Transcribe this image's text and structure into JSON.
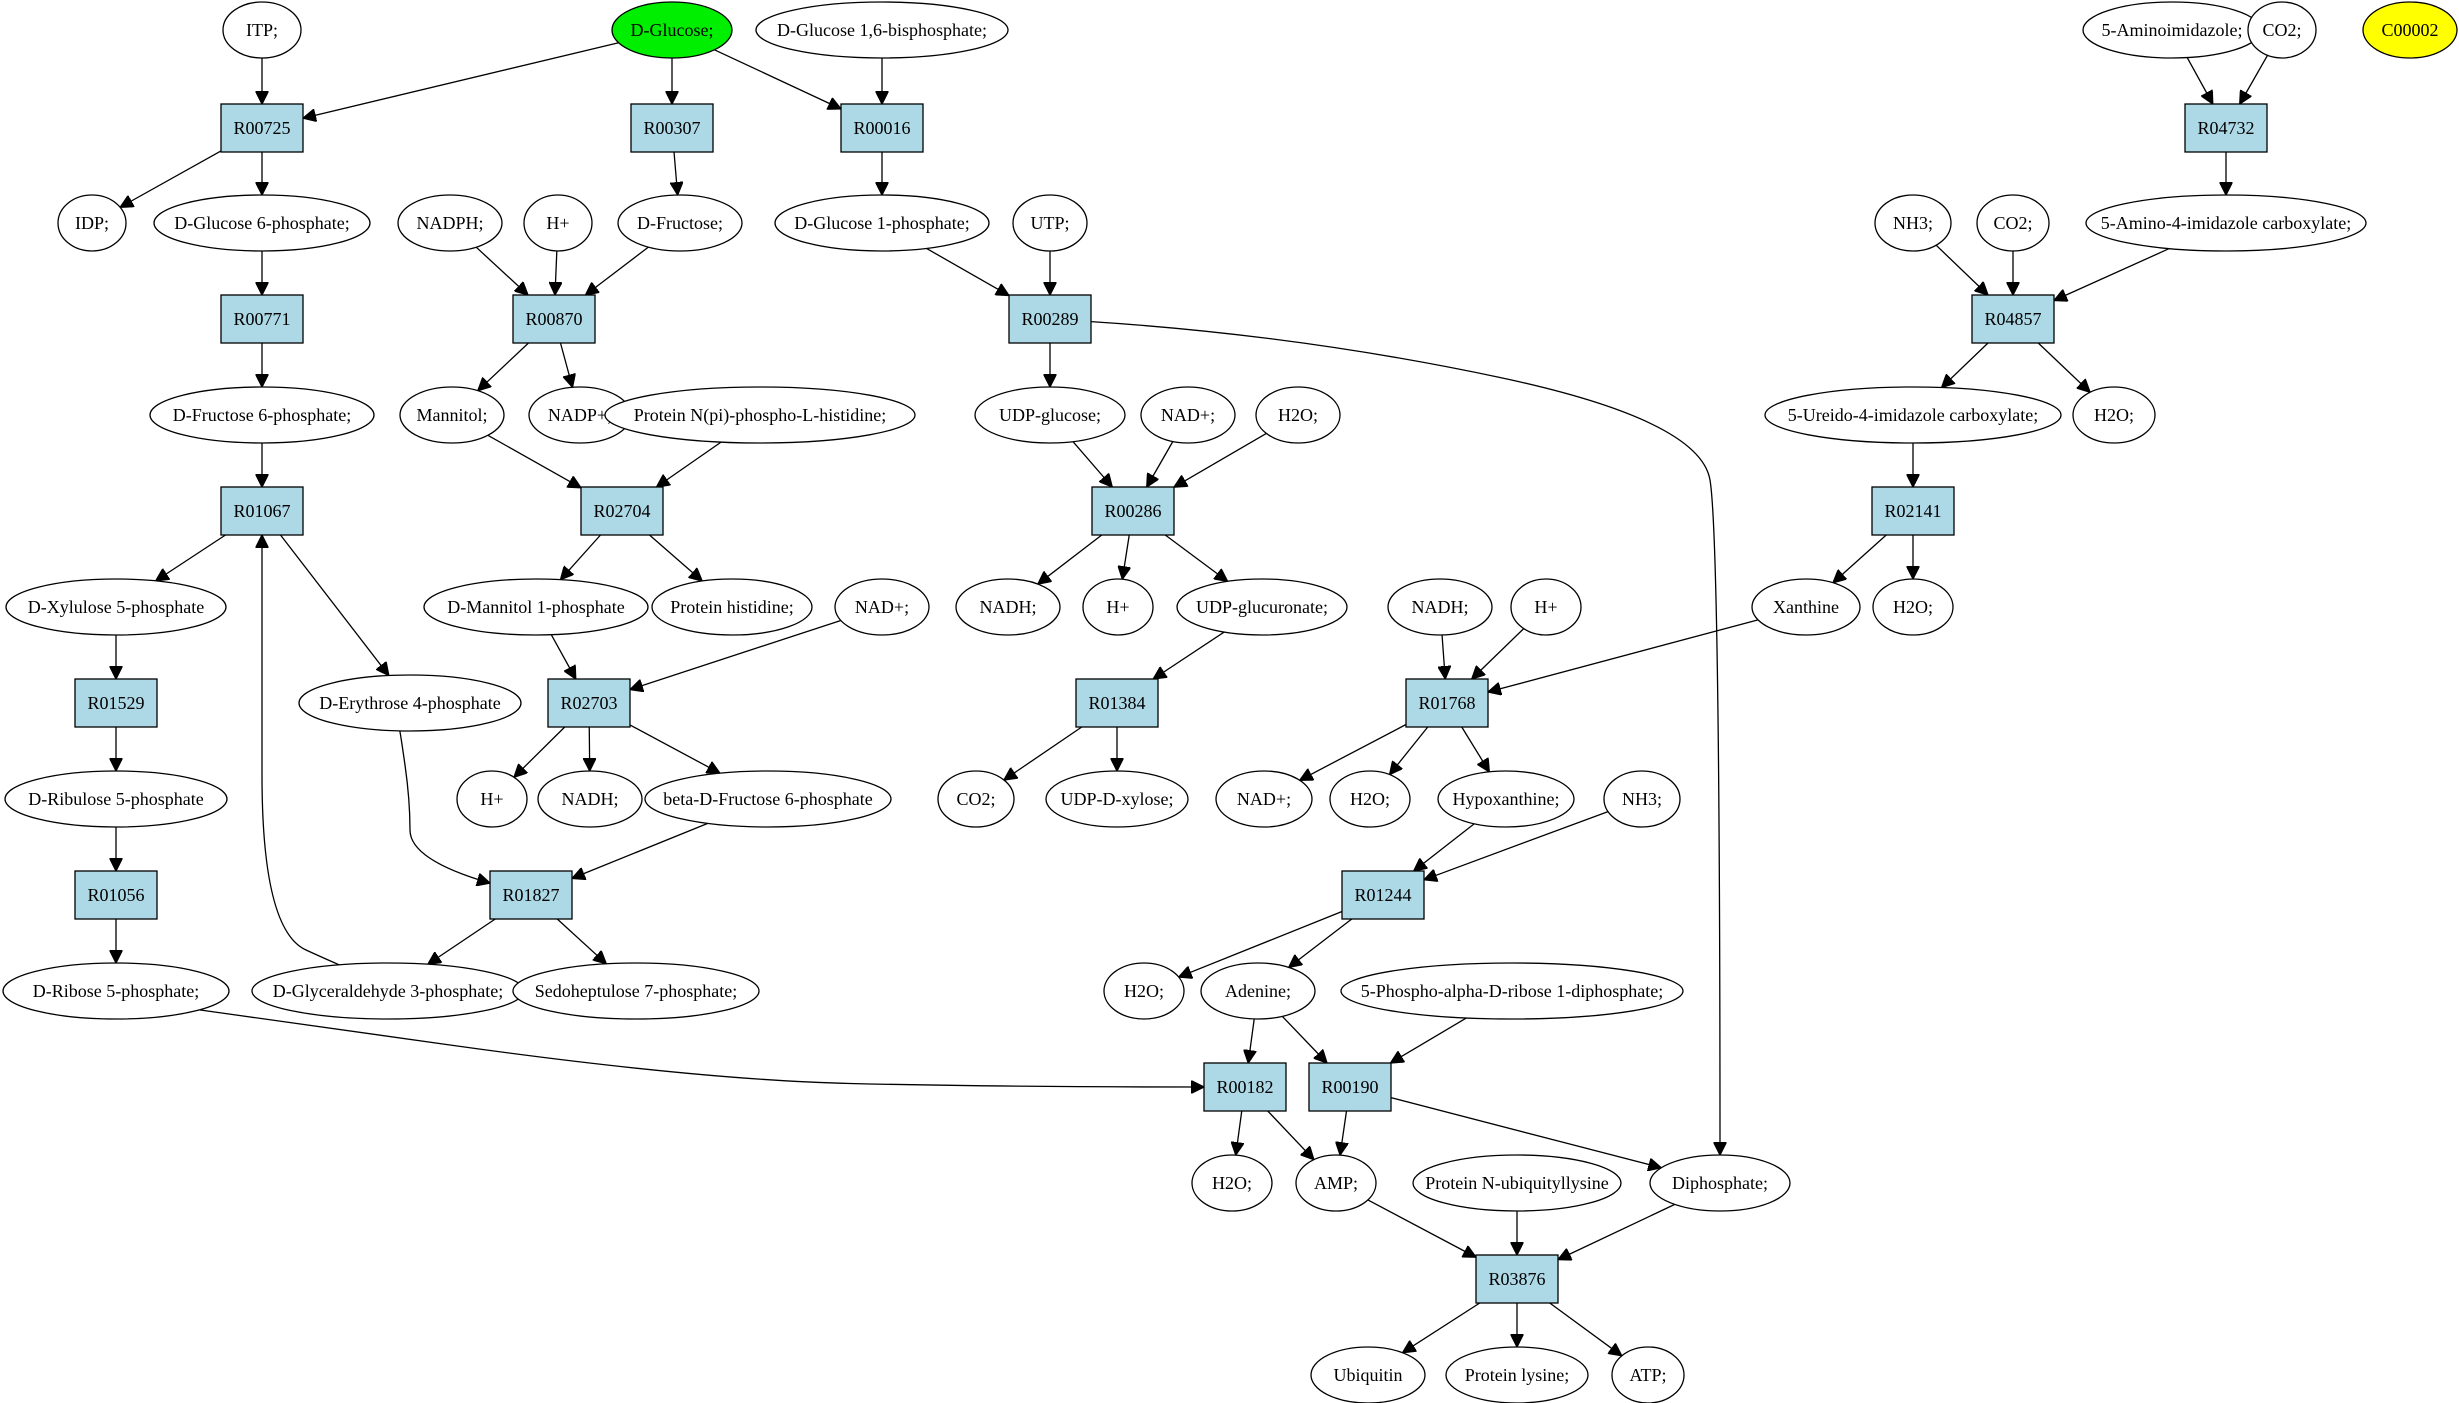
{
  "colors": {
    "reaction_fill": "#add8e6",
    "compound_fill": "#ffffff",
    "start_compound_fill": "#00ee00",
    "highlight_compound_fill": "#ffff00",
    "stroke": "#000000"
  },
  "reactions": [
    {
      "id": "R00725",
      "label": "R00725"
    },
    {
      "id": "R00307",
      "label": "R00307"
    },
    {
      "id": "R00016",
      "label": "R00016"
    },
    {
      "id": "R00771",
      "label": "R00771"
    },
    {
      "id": "R00870",
      "label": "R00870"
    },
    {
      "id": "R00289",
      "label": "R00289"
    },
    {
      "id": "R01067",
      "label": "R01067"
    },
    {
      "id": "R02704",
      "label": "R02704"
    },
    {
      "id": "R00286",
      "label": "R00286"
    },
    {
      "id": "R01529",
      "label": "R01529"
    },
    {
      "id": "R02703",
      "label": "R02703"
    },
    {
      "id": "R01384",
      "label": "R01384"
    },
    {
      "id": "R01768",
      "label": "R01768"
    },
    {
      "id": "R01056",
      "label": "R01056"
    },
    {
      "id": "R01827",
      "label": "R01827"
    },
    {
      "id": "R01244",
      "label": "R01244"
    },
    {
      "id": "R00182",
      "label": "R00182"
    },
    {
      "id": "R00190",
      "label": "R00190"
    },
    {
      "id": "R03876",
      "label": "R03876"
    },
    {
      "id": "R04732",
      "label": "R04732"
    },
    {
      "id": "R04857",
      "label": "R04857"
    },
    {
      "id": "R02141",
      "label": "R02141"
    }
  ],
  "compounds": [
    {
      "id": "itp",
      "label": "ITP;",
      "style": "plain"
    },
    {
      "id": "dglucose",
      "label": "D-Glucose;",
      "style": "start"
    },
    {
      "id": "dglc16bp",
      "label": "D-Glucose 1,6-bisphosphate;",
      "style": "plain"
    },
    {
      "id": "idp",
      "label": "IDP;",
      "style": "plain"
    },
    {
      "id": "dglc6p",
      "label": "D-Glucose 6-phosphate;",
      "style": "plain"
    },
    {
      "id": "nadph",
      "label": "NADPH;",
      "style": "plain"
    },
    {
      "id": "hplus1",
      "label": "H+",
      "style": "plain"
    },
    {
      "id": "dfructose",
      "label": "D-Fructose;",
      "style": "plain"
    },
    {
      "id": "dglc1p",
      "label": "D-Glucose 1-phosphate;",
      "style": "plain"
    },
    {
      "id": "utp",
      "label": "UTP;",
      "style": "plain"
    },
    {
      "id": "dfru6p",
      "label": "D-Fructose 6-phosphate;",
      "style": "plain"
    },
    {
      "id": "mannitol",
      "label": "Mannitol;",
      "style": "plain"
    },
    {
      "id": "nadpplus",
      "label": "NADP+;",
      "style": "plain"
    },
    {
      "id": "protnpi",
      "label": "Protein N(pi)-phospho-L-histidine;",
      "style": "plain"
    },
    {
      "id": "udpglucose",
      "label": "UDP-glucose;",
      "style": "plain"
    },
    {
      "id": "nadplus1",
      "label": "NAD+;",
      "style": "plain"
    },
    {
      "id": "h2o1",
      "label": "H2O;",
      "style": "plain"
    },
    {
      "id": "dxyl5p",
      "label": "D-Xylulose 5-phosphate",
      "style": "plain"
    },
    {
      "id": "dman1p",
      "label": "D-Mannitol 1-phosphate",
      "style": "plain"
    },
    {
      "id": "prothis",
      "label": "Protein histidine;",
      "style": "plain"
    },
    {
      "id": "nadplus2",
      "label": "NAD+;",
      "style": "plain"
    },
    {
      "id": "nadh1",
      "label": "NADH;",
      "style": "plain"
    },
    {
      "id": "hplus2",
      "label": "H+",
      "style": "plain"
    },
    {
      "id": "udpglcur",
      "label": "UDP-glucuronate;",
      "style": "plain"
    },
    {
      "id": "nadh2",
      "label": "NADH;",
      "style": "plain"
    },
    {
      "id": "hplus3",
      "label": "H+",
      "style": "plain"
    },
    {
      "id": "xanthine",
      "label": "Xanthine",
      "style": "plain"
    },
    {
      "id": "h2o2",
      "label": "H2O;",
      "style": "plain"
    },
    {
      "id": "dery4p",
      "label": "D-Erythrose 4-phosphate",
      "style": "plain"
    },
    {
      "id": "drib5p",
      "label": "D-Ribulose 5-phosphate",
      "style": "plain"
    },
    {
      "id": "hplus4",
      "label": "H+",
      "style": "plain"
    },
    {
      "id": "nadh3",
      "label": "NADH;",
      "style": "plain"
    },
    {
      "id": "betafru6p",
      "label": "beta-D-Fructose 6-phosphate",
      "style": "plain"
    },
    {
      "id": "co2a",
      "label": "CO2;",
      "style": "plain"
    },
    {
      "id": "udpxyl",
      "label": "UDP-D-xylose;",
      "style": "plain"
    },
    {
      "id": "nadplus3",
      "label": "NAD+;",
      "style": "plain"
    },
    {
      "id": "h2o3",
      "label": "H2O;",
      "style": "plain"
    },
    {
      "id": "hypoxan",
      "label": "Hypoxanthine;",
      "style": "plain"
    },
    {
      "id": "nh3a",
      "label": "NH3;",
      "style": "plain"
    },
    {
      "id": "dribose5p",
      "label": "D-Ribose 5-phosphate;",
      "style": "plain"
    },
    {
      "id": "dgly3p",
      "label": "D-Glyceraldehyde 3-phosphate;",
      "style": "plain"
    },
    {
      "id": "sedo7p",
      "label": "Sedoheptulose 7-phosphate;",
      "style": "plain"
    },
    {
      "id": "h2o4",
      "label": "H2O;",
      "style": "plain"
    },
    {
      "id": "adenine",
      "label": "Adenine;",
      "style": "plain"
    },
    {
      "id": "prpp",
      "label": "5-Phospho-alpha-D-ribose 1-diphosphate;",
      "style": "plain"
    },
    {
      "id": "h2o5",
      "label": "H2O;",
      "style": "plain"
    },
    {
      "id": "amp",
      "label": "AMP;",
      "style": "plain"
    },
    {
      "id": "protubq",
      "label": "Protein N-ubiquityllysine",
      "style": "plain"
    },
    {
      "id": "diphos",
      "label": "Diphosphate;",
      "style": "plain"
    },
    {
      "id": "ubiquitin",
      "label": "Ubiquitin",
      "style": "plain"
    },
    {
      "id": "protlys",
      "label": "Protein lysine;",
      "style": "plain"
    },
    {
      "id": "atp",
      "label": "ATP;",
      "style": "plain"
    },
    {
      "id": "aminoimid",
      "label": "5-Aminoimidazole;",
      "style": "plain"
    },
    {
      "id": "co2b",
      "label": "CO2;",
      "style": "plain"
    },
    {
      "id": "c00002",
      "label": "C00002",
      "style": "highlight"
    },
    {
      "id": "nh3b",
      "label": "NH3;",
      "style": "plain"
    },
    {
      "id": "co2c",
      "label": "CO2;",
      "style": "plain"
    },
    {
      "id": "aicarbox",
      "label": "5-Amino-4-imidazole carboxylate;",
      "style": "plain"
    },
    {
      "id": "ureido",
      "label": "5-Ureido-4-imidazole carboxylate;",
      "style": "plain"
    },
    {
      "id": "h2o6",
      "label": "H2O;",
      "style": "plain"
    },
    {
      "id": "h2o7",
      "label": "H2O;",
      "style": "plain"
    }
  ],
  "edges": [
    [
      "itp",
      "R00725"
    ],
    [
      "dglucose",
      "R00725"
    ],
    [
      "R00725",
      "idp"
    ],
    [
      "R00725",
      "dglc6p"
    ],
    [
      "dglucose",
      "R00307"
    ],
    [
      "R00307",
      "dfructose"
    ],
    [
      "dglucose",
      "R00016"
    ],
    [
      "dglc16bp",
      "R00016"
    ],
    [
      "R00016",
      "dglc1p"
    ],
    [
      "dglc6p",
      "R00771"
    ],
    [
      "R00771",
      "dfru6p"
    ],
    [
      "nadph",
      "R00870"
    ],
    [
      "hplus1",
      "R00870"
    ],
    [
      "dfructose",
      "R00870"
    ],
    [
      "R00870",
      "mannitol"
    ],
    [
      "R00870",
      "nadpplus"
    ],
    [
      "dglc1p",
      "R00289"
    ],
    [
      "utp",
      "R00289"
    ],
    [
      "R00289",
      "udpglucose"
    ],
    [
      "R00289",
      "diphos"
    ],
    [
      "dfru6p",
      "R01067"
    ],
    [
      "dgly3p",
      "R01067"
    ],
    [
      "R01067",
      "dxyl5p"
    ],
    [
      "R01067",
      "dery4p"
    ],
    [
      "mannitol",
      "R02704"
    ],
    [
      "protnpi",
      "R02704"
    ],
    [
      "R02704",
      "dman1p"
    ],
    [
      "R02704",
      "prothis"
    ],
    [
      "udpglucose",
      "R00286"
    ],
    [
      "nadplus1",
      "R00286"
    ],
    [
      "h2o1",
      "R00286"
    ],
    [
      "R00286",
      "nadh1"
    ],
    [
      "R00286",
      "hplus2"
    ],
    [
      "R00286",
      "udpglcur"
    ],
    [
      "dxyl5p",
      "R01529"
    ],
    [
      "R01529",
      "drib5p"
    ],
    [
      "dman1p",
      "R02703"
    ],
    [
      "nadplus2",
      "R02703"
    ],
    [
      "R02703",
      "hplus4"
    ],
    [
      "R02703",
      "nadh3"
    ],
    [
      "R02703",
      "betafru6p"
    ],
    [
      "udpglcur",
      "R01384"
    ],
    [
      "R01384",
      "co2a"
    ],
    [
      "R01384",
      "udpxyl"
    ],
    [
      "nadh2",
      "R01768"
    ],
    [
      "hplus3",
      "R01768"
    ],
    [
      "xanthine",
      "R01768"
    ],
    [
      "R01768",
      "nadplus3"
    ],
    [
      "R01768",
      "h2o3"
    ],
    [
      "R01768",
      "hypoxan"
    ],
    [
      "drib5p",
      "R01056"
    ],
    [
      "R01056",
      "dribose5p"
    ],
    [
      "dery4p",
      "R01827"
    ],
    [
      "betafru6p",
      "R01827"
    ],
    [
      "R01827",
      "dgly3p"
    ],
    [
      "R01827",
      "sedo7p"
    ],
    [
      "hypoxan",
      "R01244"
    ],
    [
      "nh3a",
      "R01244"
    ],
    [
      "R01244",
      "h2o4"
    ],
    [
      "R01244",
      "adenine"
    ],
    [
      "dribose5p",
      "R00182"
    ],
    [
      "adenine",
      "R00182"
    ],
    [
      "R00182",
      "h2o5"
    ],
    [
      "R00182",
      "amp"
    ],
    [
      "adenine",
      "R00190"
    ],
    [
      "prpp",
      "R00190"
    ],
    [
      "R00190",
      "amp"
    ],
    [
      "R00190",
      "diphos"
    ],
    [
      "amp",
      "R03876"
    ],
    [
      "protubq",
      "R03876"
    ],
    [
      "diphos",
      "R03876"
    ],
    [
      "R03876",
      "ubiquitin"
    ],
    [
      "R03876",
      "protlys"
    ],
    [
      "R03876",
      "atp"
    ],
    [
      "aminoimid",
      "R04732"
    ],
    [
      "co2b",
      "R04732"
    ],
    [
      "R04732",
      "aicarbox"
    ],
    [
      "nh3b",
      "R04857"
    ],
    [
      "co2c",
      "R04857"
    ],
    [
      "aicarbox",
      "R04857"
    ],
    [
      "R04857",
      "ureido"
    ],
    [
      "R04857",
      "h2o6"
    ],
    [
      "ureido",
      "R02141"
    ],
    [
      "R02141",
      "xanthine"
    ],
    [
      "R02141",
      "h2o7"
    ]
  ]
}
